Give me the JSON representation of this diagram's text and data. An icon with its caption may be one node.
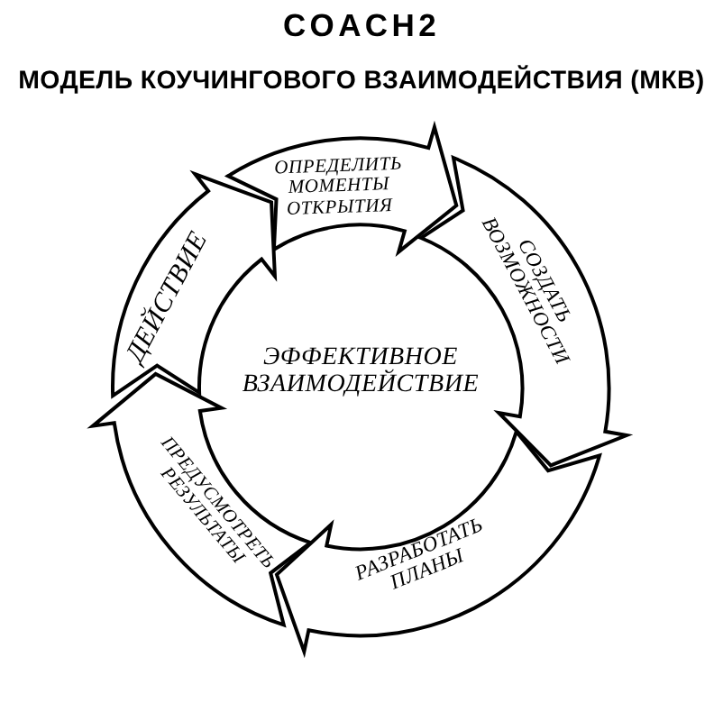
{
  "diagram": {
    "title": "COACH2",
    "nodes": [
      {
        "text": [
          "ОПРЕДЕЛИТЬ МОМЕНТЫ ОТКРЫТИЯ"
        ]
      },
      {
        "text": [
          "СОЗДАТЬ ВОЗМОЖНОСТИ"
        ]
      },
      {
        "text": [
          "РАЗРАБОТАТЬ ПЛАНЫ"
        ]
      },
      {
        "text": [
          "ПРЕДУСМОТРЕТЬ РЕЗУЛЬТАТЫ"
        ]
      },
      {
        "text": [
          "ДЕЙСТВИЕ"
        ]
      },
      {
        "text": [
          "ЭФФЕКТИВНОЕ ВЗАИМОДЕЙСТВИЕ"
        ]
      }
    ],
    "labels": [
      "МОДЕЛЬ КОУЧИНГОВОГО ВЗАИМОДЕЙСТВИЯ (МКВ)"
    ]
  }
}
